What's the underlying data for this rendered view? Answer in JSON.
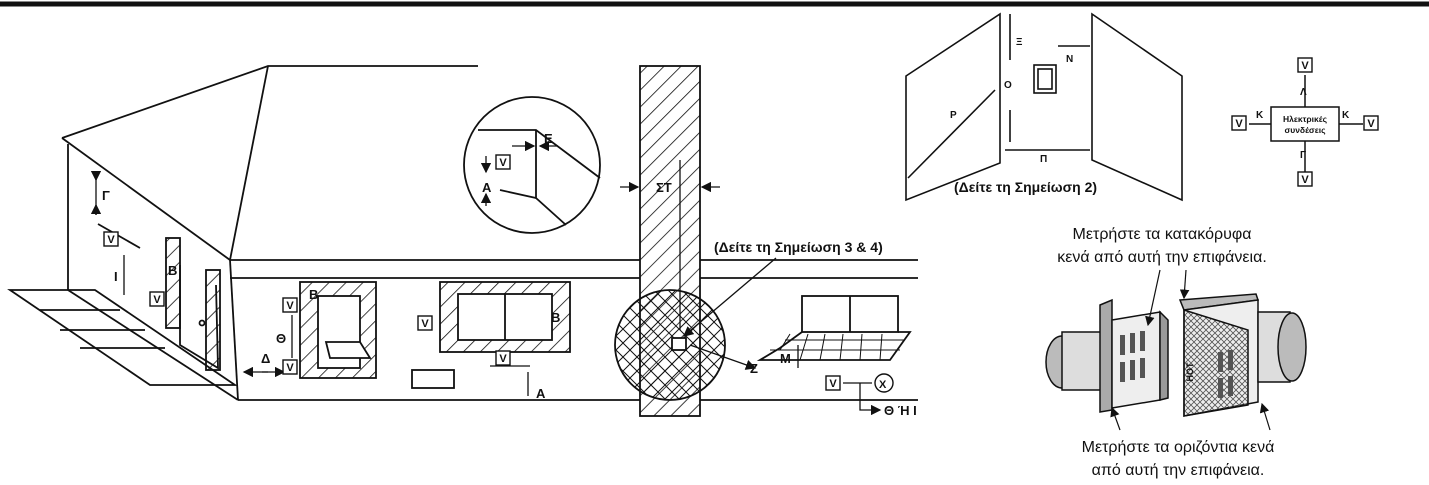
{
  "labels": {
    "a_top": "A",
    "a_bottom": "A",
    "b1": "B",
    "b2": "B",
    "b3": "B",
    "gamma": "Γ",
    "gamma_r": "Γ",
    "delta": "Δ",
    "e": "E",
    "theta": "Θ",
    "iota": "I",
    "kappa_l": "K",
    "kappa_r": "K",
    "lambda": "Λ",
    "m": "M",
    "n": "N",
    "xi": "Ξ",
    "o": "O",
    "pi": "Π",
    "rho": "P",
    "st": "ΣT",
    "z": "Z",
    "x_mark": "X",
    "theta_or_iota": "Θ Ή I",
    "v": "V",
    "hot": "HOT"
  },
  "notes": {
    "note2": "(Δείτε τη Σημείωση 2)",
    "note34": "(Δείτε τη Σημείωση 3 & 4)"
  },
  "electrical": {
    "line1": "Ηλεκτρικές",
    "line2": "συνδέσεις"
  },
  "captions": {
    "vertical_1": "Μετρήστε τα κατακόρυφα",
    "vertical_2": "κενά από αυτή την επιφάνεια.",
    "horizontal_1": "Μετρήστε τα οριζόντια κενά",
    "horizontal_2": "από αυτή την επιφάνεια."
  }
}
